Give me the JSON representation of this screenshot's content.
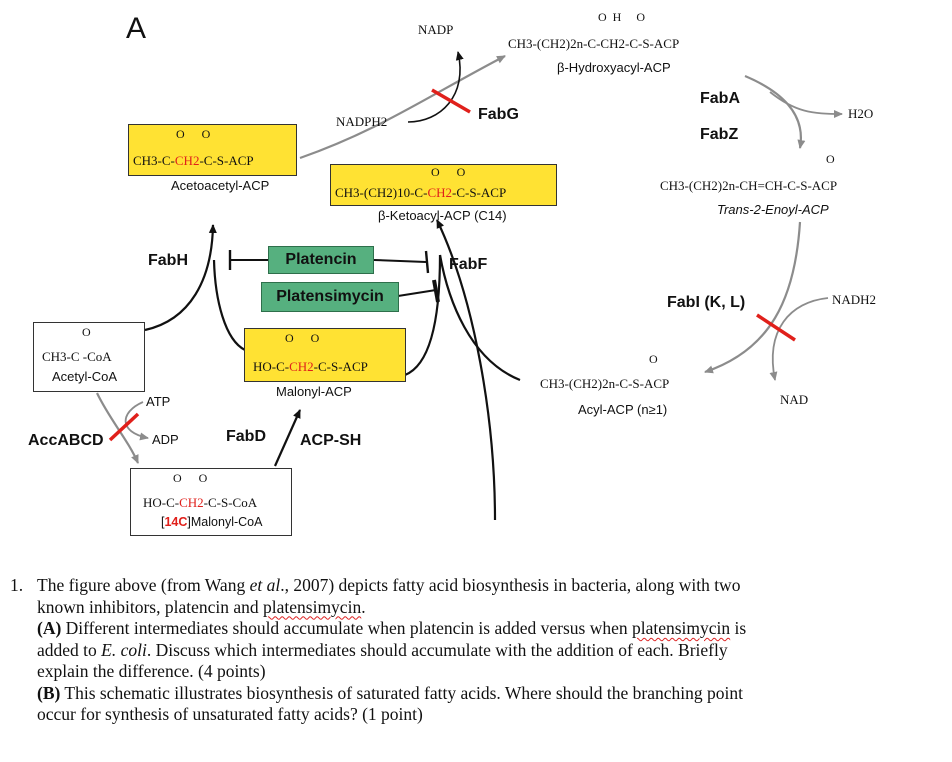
{
  "figure": {
    "panel_label": "A",
    "molecules": {
      "acetoacetyl": {
        "top": "O     O",
        "formula_a": "CH3-C-",
        "formula_red": "CH2",
        "formula_b": "-C-S-ACP",
        "name": "Acetoacetyl-ACP"
      },
      "ketoacyl": {
        "top": "O     O",
        "formula_a": "CH3-(CH2)10-C-",
        "formula_red": "CH2",
        "formula_b": "-C-S-ACP",
        "name": "β-Ketoacyl-ACP (C14)"
      },
      "malonyl_acp": {
        "top": "O     O",
        "formula_a": "HO-C-",
        "formula_red": "CH2",
        "formula_b": "-C-S-ACP",
        "name": "Malonyl-ACP"
      },
      "acetyl_coa": {
        "top": "O",
        "formula": "CH3-C -CoA",
        "name": "Acetyl-CoA"
      },
      "malonyl_coa": {
        "top": "O     O",
        "formula_a": "HO-C-",
        "formula_red": "CH2",
        "formula_b": "-C-S-CoA",
        "name_pre": "[",
        "name_red": "14C",
        "name_post": "]Malonyl-CoA"
      },
      "hydroxyacyl": {
        "top": "OH     O",
        "formula": "CH3-(CH2)2n-C-CH2-C-S-ACP",
        "name": "β-Hydroxyacyl-ACP"
      },
      "enoyl": {
        "top": "O",
        "formula": "CH3-(CH2)2n-CH=CH-C-S-ACP",
        "name": "Trans-2-Enoyl-ACP"
      },
      "acyl": {
        "top": "O",
        "formula": "CH3-(CH2)2n-C-S-ACP",
        "name": "Acyl-ACP (n≥1)"
      }
    },
    "enzymes": {
      "fabg": "FabG",
      "faba": "FabA",
      "fabz": "FabZ",
      "fabi": "FabI (K, L)",
      "fabh": "FabH",
      "fabf": "FabF",
      "fabd": "FabD",
      "accabcd": "AccABCD"
    },
    "cofactors": {
      "nadp": "NADP",
      "nadph2": "NADPH2",
      "h2o": "H2O",
      "nadh2": "NADH2",
      "nad": "NAD",
      "atp": "ATP",
      "adp": "ADP",
      "acp_sh": "ACP-SH"
    },
    "inhibitors": {
      "platencin": "Platencin",
      "platensimycin": "Platensimycin"
    },
    "colors": {
      "yellow_box": "#ffe233",
      "green_box": "#56b07f",
      "red_mark": "#e0201b",
      "arrow_gray": "#8c8c8c"
    }
  },
  "question": {
    "number": "1.",
    "line1_a": "The figure above (from Wang ",
    "line1_italic": "et al",
    "line1_b": "., 2007) depicts fatty acid biosynthesis in bacteria, along with two",
    "line2_a": "known inhibitors, platencin and ",
    "line2_wavy": "platensimycin",
    "line2_b": ".",
    "partA_label": "(A)",
    "partA_1": " Different intermediates should accumulate when platencin is added versus when ",
    "partA_wavy": "platensimycin",
    "partA_1b": " is",
    "partA_2a": "added to ",
    "partA_2_italic": "E. coli",
    "partA_2b": ".  Discuss which intermediates should accumulate with the addition of each.  Briefly",
    "partA_3": "explain the difference.  (4 points)",
    "partB_label": "(B)",
    "partB_1": " This schematic illustrates biosynthesis of saturated fatty acids.  Where should the branching point",
    "partB_2": "occur for synthesis of unsaturated fatty acids?  (1 point)"
  }
}
